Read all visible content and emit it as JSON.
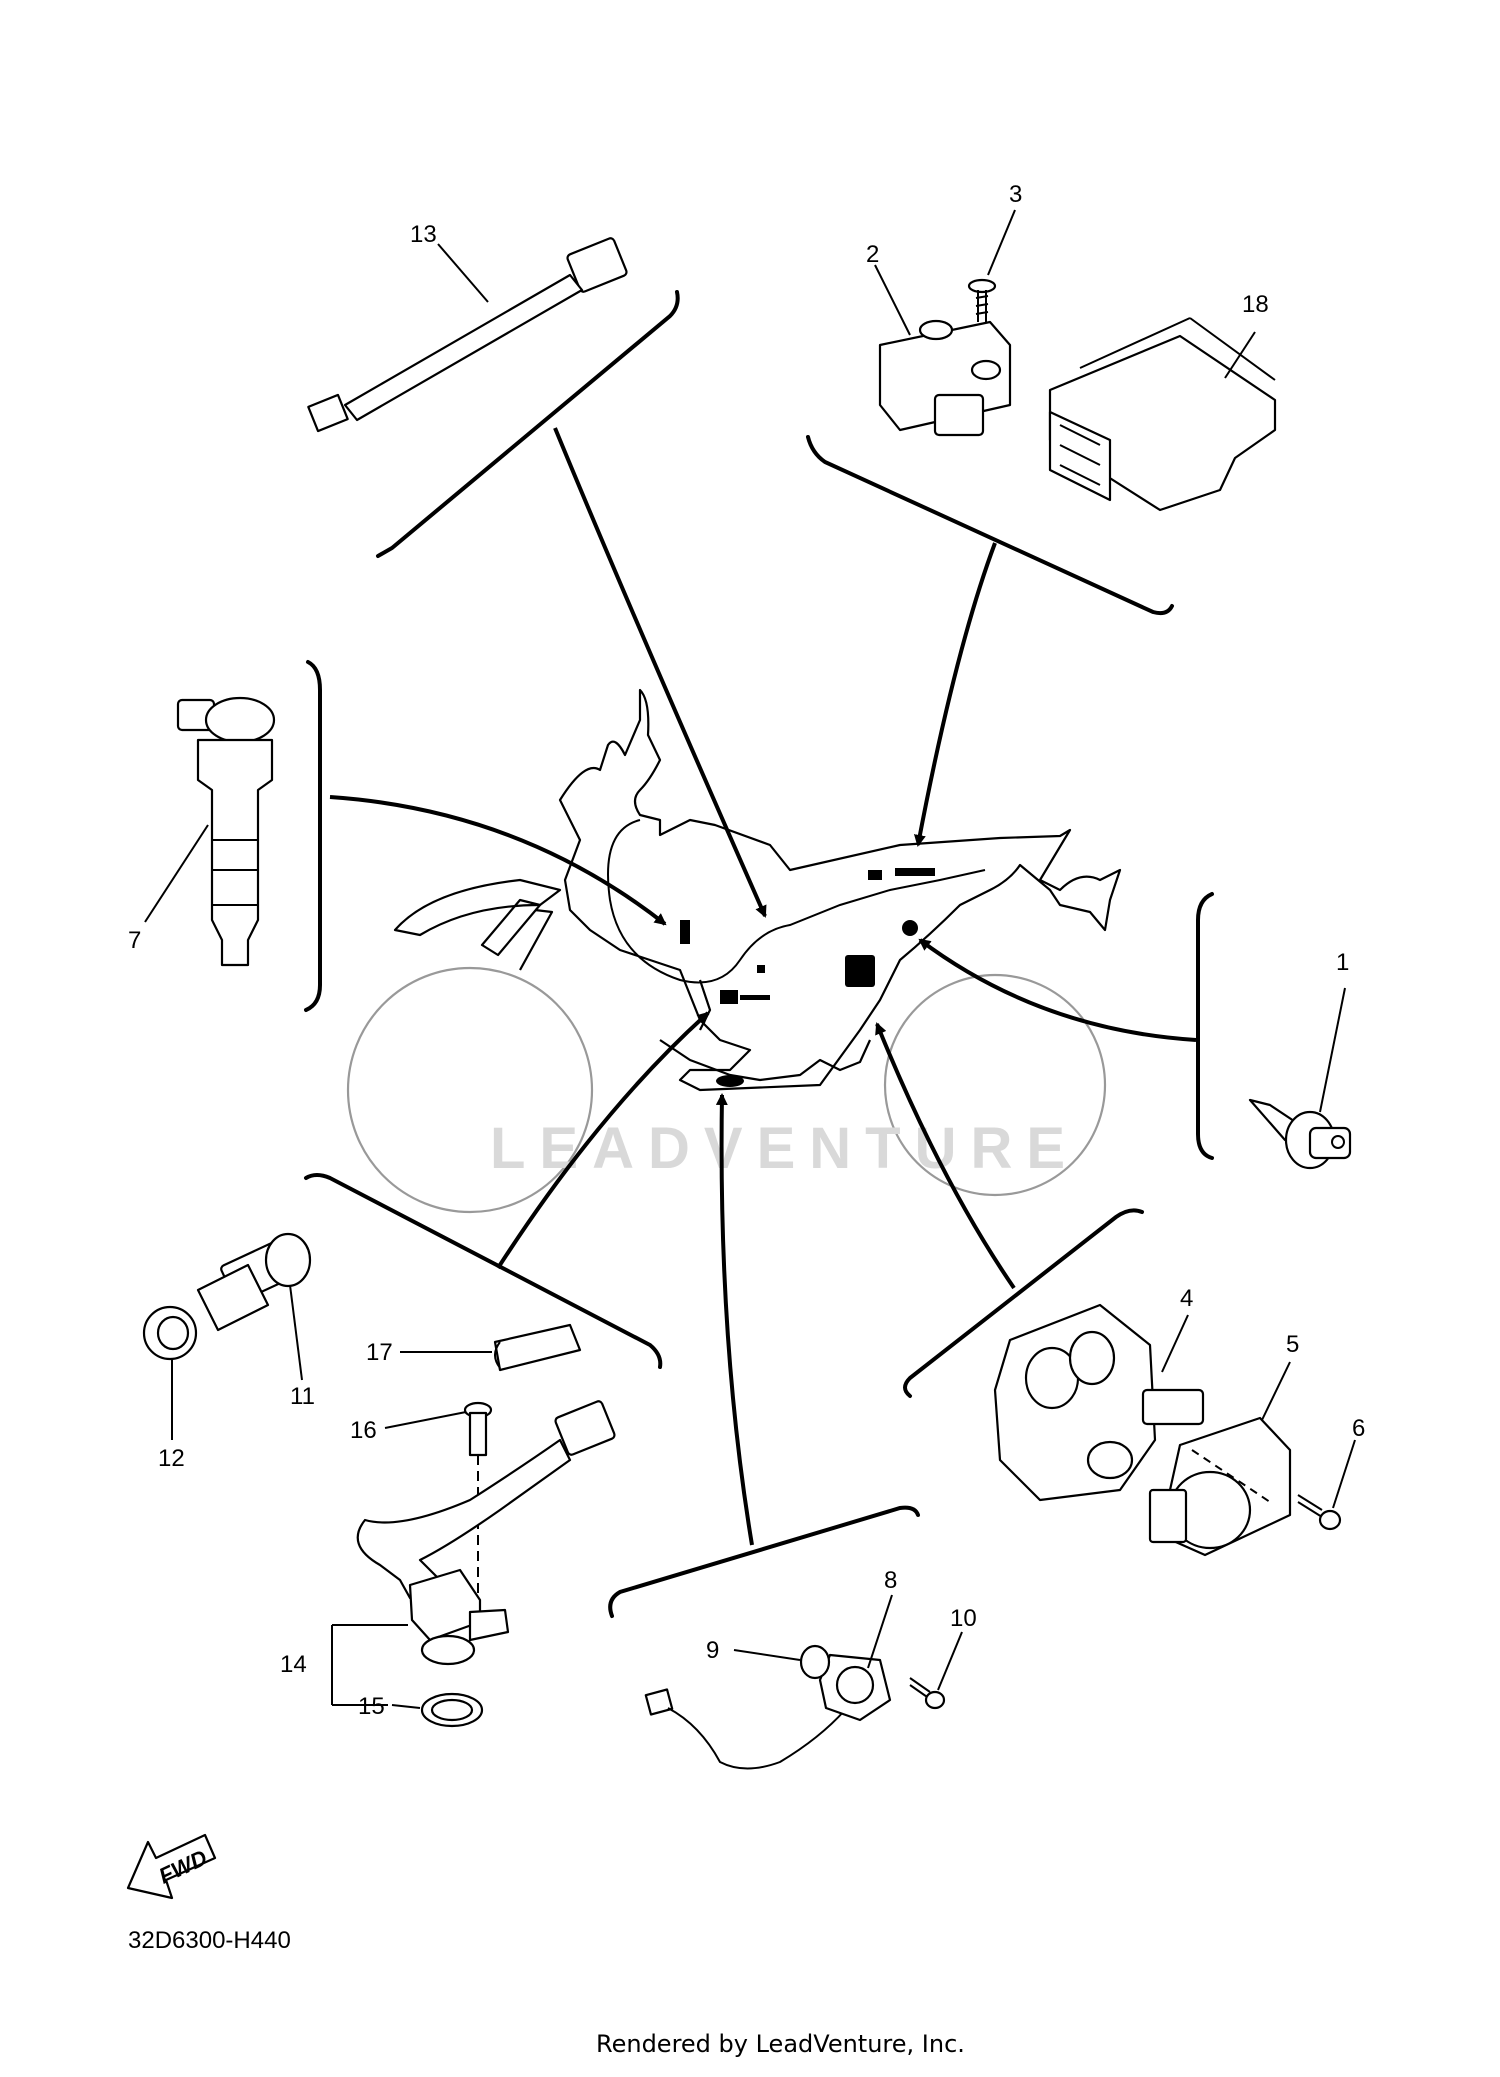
{
  "diagram_code": "32D6300-H440",
  "footer_credit": "Rendered by LeadVenture, Inc.",
  "watermark_text": "LEADVENTURE",
  "fwd_label": "FWD",
  "callouts": {
    "c1": "1",
    "c2": "2",
    "c3": "3",
    "c4": "4",
    "c5": "5",
    "c6": "6",
    "c7": "7",
    "c8": "8",
    "c9": "9",
    "c10": "10",
    "c11": "11",
    "c12": "12",
    "c13": "13",
    "c14": "14",
    "c15": "15",
    "c16": "16",
    "c17": "17",
    "c18": "18"
  },
  "colors": {
    "line": "#000000",
    "frame_faint": "#999999",
    "watermark": "#d9d9d9",
    "background": "#ffffff"
  }
}
